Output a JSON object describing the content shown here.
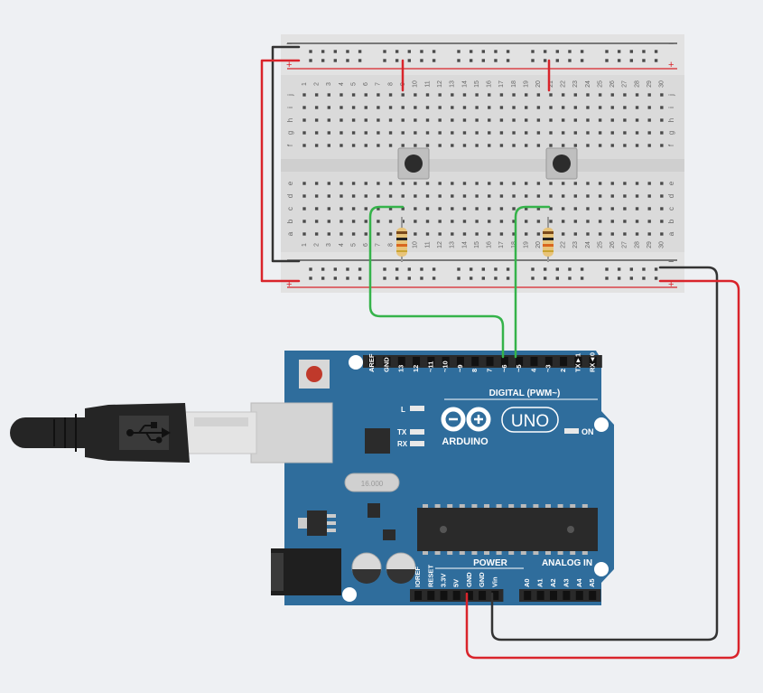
{
  "breadboard": {
    "rail_minus": "−",
    "rail_plus": "+",
    "rows_top": [
      "j",
      "i",
      "h",
      "g",
      "f"
    ],
    "rows_bottom": [
      "e",
      "d",
      "c",
      "b",
      "a"
    ],
    "columns": [
      "1",
      "2",
      "3",
      "4",
      "5",
      "6",
      "7",
      "8",
      "9",
      "10",
      "11",
      "12",
      "13",
      "14",
      "15",
      "16",
      "17",
      "18",
      "19",
      "20",
      "21",
      "22",
      "23",
      "24",
      "25",
      "26",
      "27",
      "28",
      "29",
      "30"
    ]
  },
  "arduino": {
    "brand": "ARDUINO",
    "model": "UNO",
    "on_label": "ON",
    "led_l": "L",
    "led_tx": "TX",
    "led_rx": "RX",
    "digital_label": "DIGITAL (PWM~)",
    "power_label": "POWER",
    "analog_label": "ANALOG IN",
    "crystal_label": "16.000",
    "digital_pins": [
      "AREF",
      "GND",
      "13",
      "12",
      "~11",
      "~10",
      "~9",
      "8",
      "7",
      "~6",
      "~5",
      "4",
      "~3",
      "2",
      "TX►1",
      "RX◄0"
    ],
    "power_pins": [
      "IOREF",
      "RESET",
      "3.3V",
      "5V",
      "GND",
      "GND",
      "Vin"
    ],
    "analog_pins": [
      "A0",
      "A1",
      "A2",
      "A3",
      "A4",
      "A5"
    ]
  },
  "colors": {
    "board_blue": "#2f6d9c",
    "breadboard": "#dcdcdc",
    "wire_red": "#d9242b",
    "wire_black": "#333333",
    "wire_green": "#35b34a"
  }
}
